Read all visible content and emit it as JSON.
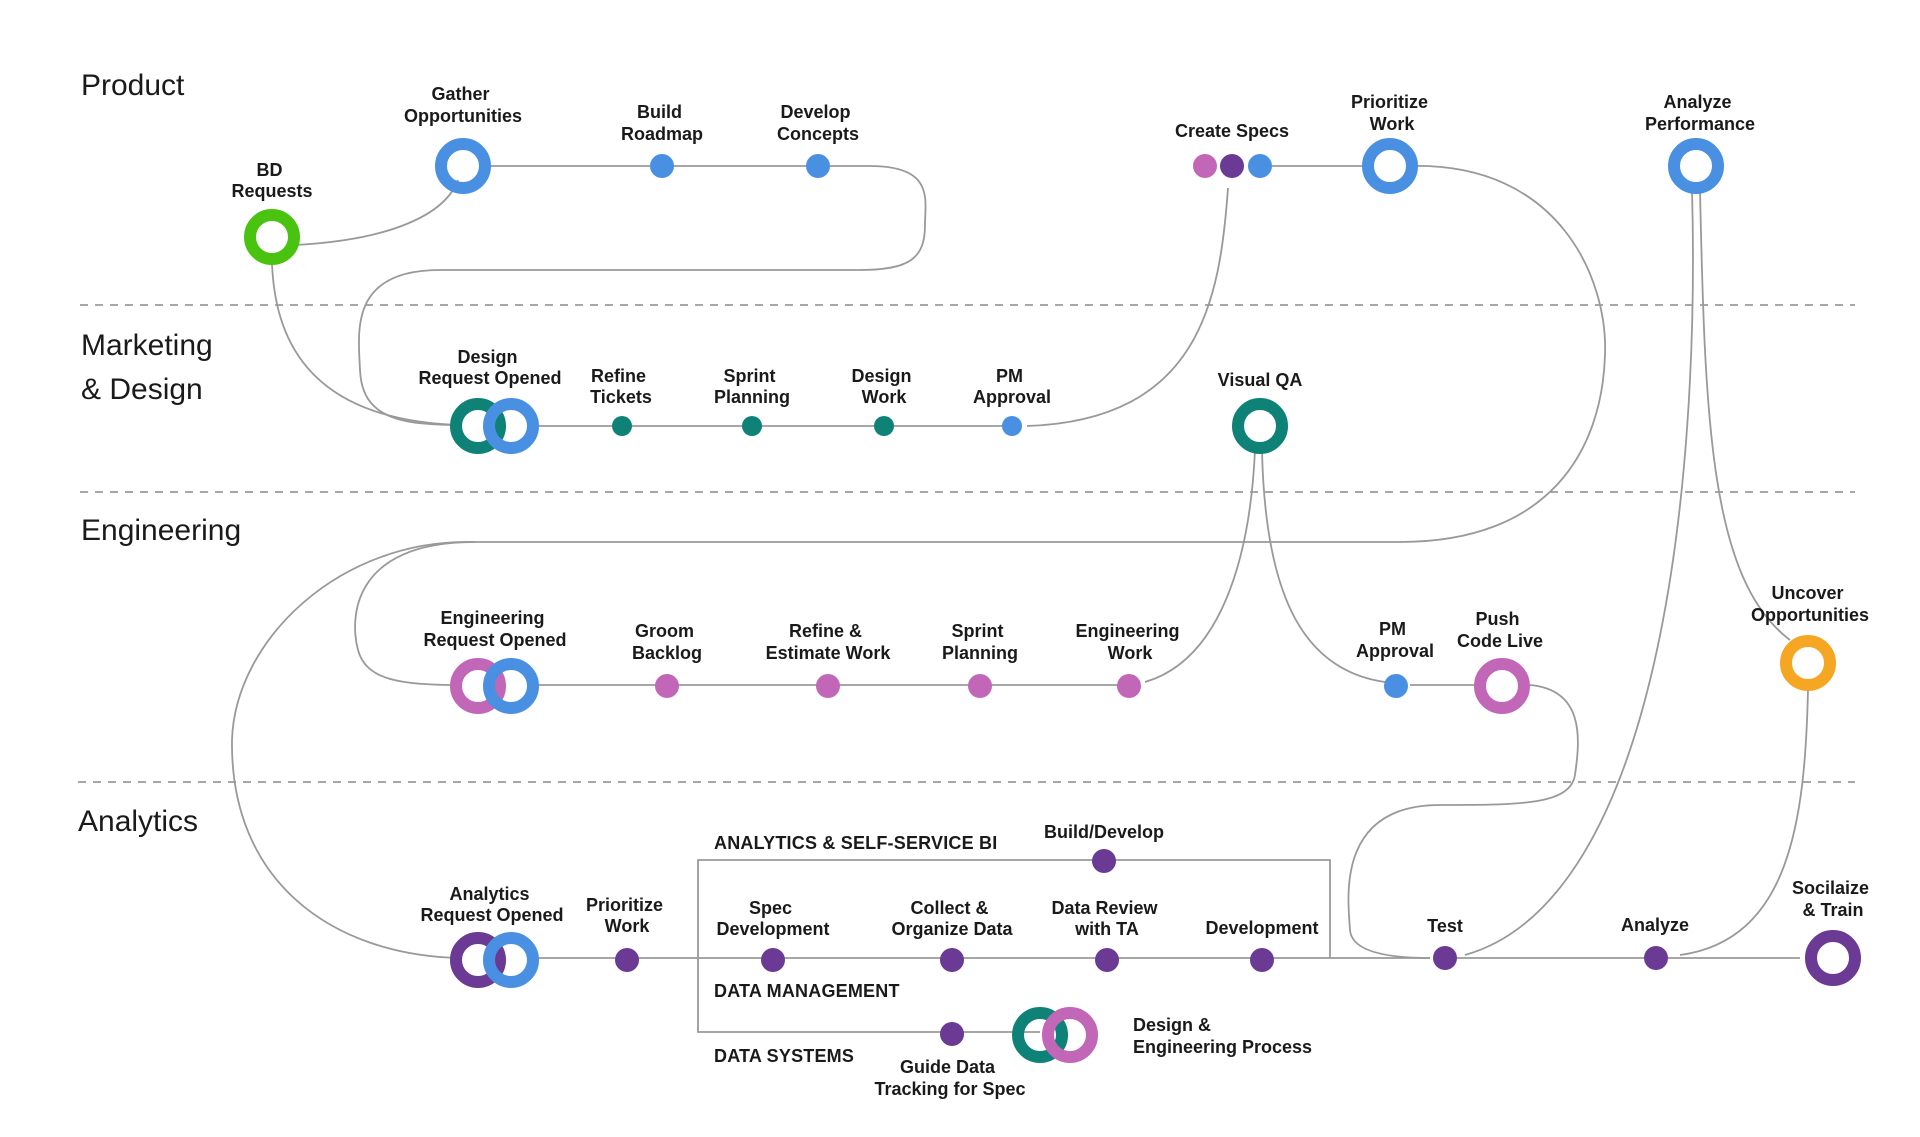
{
  "colors": {
    "blue": "#4A90E2",
    "green": "#49C30F",
    "teal": "#0E8276",
    "pink": "#C266B8",
    "purple": "#6B3A94",
    "orange": "#F5A623"
  },
  "lanes": {
    "product": "Product",
    "marketing_1": "Marketing",
    "marketing_2": "& Design",
    "engineering": "Engineering",
    "analytics": "Analytics"
  },
  "nodes": {
    "bd_requests": [
      "BD",
      "Requests"
    ],
    "gather_opportunities": [
      "Gather",
      "Opportunities"
    ],
    "build_roadmap": [
      "Build",
      "Roadmap"
    ],
    "develop_concepts": [
      "Develop",
      "Concepts"
    ],
    "create_specs": [
      "Create Specs"
    ],
    "prioritize_work_product": [
      "Prioritize",
      "Work"
    ],
    "analyze_performance": [
      "Analyze",
      "Performance"
    ],
    "design_request_opened": [
      "Design",
      "Request Opened"
    ],
    "refine_tickets": [
      "Refine",
      "Tickets"
    ],
    "sprint_planning_design": [
      "Sprint",
      "Planning"
    ],
    "design_work": [
      "Design",
      "Work"
    ],
    "pm_approval_design": [
      "PM",
      "Approval"
    ],
    "visual_qa": [
      "Visual QA"
    ],
    "engineering_request_opened": [
      "Engineering",
      "Request Opened"
    ],
    "groom_backlog": [
      "Groom",
      "Backlog"
    ],
    "refine_estimate_work": [
      "Refine &",
      "Estimate Work"
    ],
    "sprint_planning_eng": [
      "Sprint",
      "Planning"
    ],
    "engineering_work": [
      "Engineering",
      "Work"
    ],
    "pm_approval_eng": [
      "PM",
      "Approval"
    ],
    "push_code_live": [
      "Push",
      "Code Live"
    ],
    "uncover_opportunities": [
      "Uncover",
      "Opportunities"
    ],
    "analytics_request_opened": [
      "Analytics",
      "Request Opened"
    ],
    "prioritize_work_analytics": [
      "Prioritize",
      "Work"
    ],
    "build_develop": [
      "Build/Develop"
    ],
    "spec_development": [
      "Spec",
      "Development"
    ],
    "collect_organize_data": [
      "Collect &",
      "Organize Data"
    ],
    "data_review_ta": [
      "Data Review",
      "with TA"
    ],
    "development": [
      "Development"
    ],
    "test": [
      "Test"
    ],
    "analyze": [
      "Analyze"
    ],
    "socialize_train": [
      "Socilaize",
      "& Train"
    ],
    "guide_data_tracking": [
      "Guide Data",
      "Tracking for Spec"
    ],
    "design_engineering_process": [
      "Design &",
      "Engineering Process"
    ]
  },
  "groups": {
    "analytics_bi": "ANALYTICS & SELF-SERVICE BI",
    "data_management": "DATA MANAGEMENT",
    "data_systems": "DATA SYSTEMS"
  }
}
